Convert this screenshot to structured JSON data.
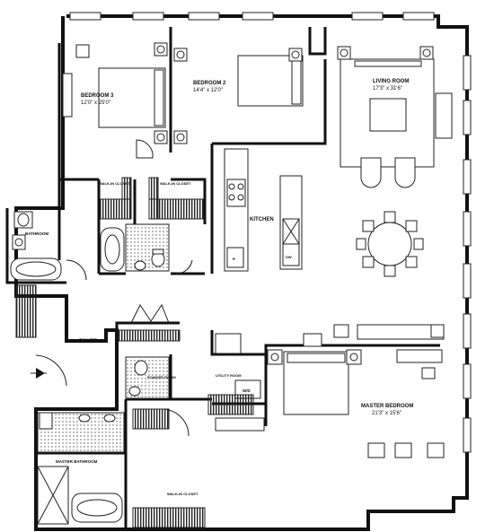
{
  "rooms": {
    "bedroom3": {
      "name": "BEDROOM 3",
      "dims": "12'0\" x 25'0\""
    },
    "bedroom2": {
      "name": "BEDROOM 2",
      "dims": "14'4\" x 12'0\""
    },
    "living": {
      "name": "LIVING ROOM",
      "dims": "17'3\" x 31'6\""
    },
    "kitchen": {
      "name": "KITCHEN"
    },
    "foyer": {
      "name": "FOYER"
    },
    "master": {
      "name": "MASTER BEDROOM",
      "dims": "21'3\" x 15'6\""
    },
    "utility": {
      "name": "UTILITY ROOM"
    },
    "bathroom": {
      "name": "BATHROOM"
    },
    "powder": {
      "name": "POWDER ROOM"
    },
    "master_bath": {
      "name": "MASTER BATHROOM"
    }
  },
  "closets": {
    "wic_b3": "WALK-IN CLOSET",
    "wic_b2": "WALK-IN CLOSET",
    "wic_master": "WALK-IN CLOSET"
  },
  "appliances": {
    "dw": "DW",
    "wd": "W/D",
    "range": "R"
  },
  "colors": {
    "line": "#111111",
    "background": "#ffffff"
  }
}
